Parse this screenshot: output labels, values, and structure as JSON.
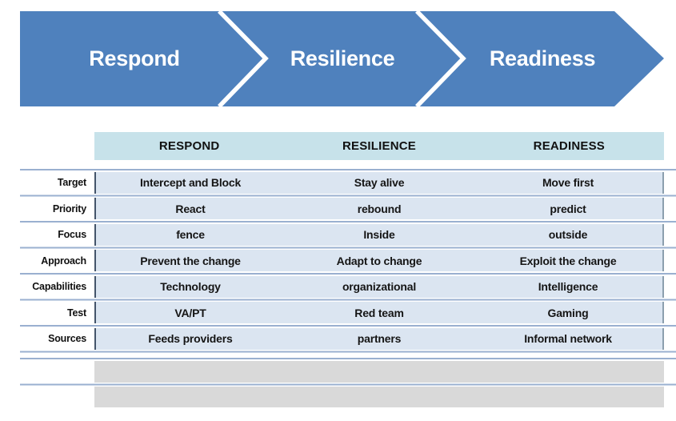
{
  "banner": {
    "color": "#4f81bd",
    "divider_color": "#ffffff",
    "steps": [
      {
        "label": "Respond"
      },
      {
        "label": "Resilience"
      },
      {
        "label": "Readiness"
      }
    ]
  },
  "table": {
    "header_bg": "#c7e2ea",
    "row_bg": "#dbe5f1",
    "gray_row_bg": "#d9d9d9",
    "separator_color": "#9ab0d0",
    "band_left_border": "#44546a",
    "columns": [
      "RESPOND",
      "RESILIENCE",
      "READINESS"
    ],
    "rows": [
      {
        "label": "Target",
        "values": [
          "Intercept and Block",
          "Stay alive",
          "Move first"
        ]
      },
      {
        "label": "Priority",
        "values": [
          "React",
          "rebound",
          "predict"
        ]
      },
      {
        "label": "Focus",
        "values": [
          "fence",
          "Inside",
          "outside"
        ]
      },
      {
        "label": "Approach",
        "values": [
          "Prevent the change",
          "Adapt to change",
          "Exploit the change"
        ]
      },
      {
        "label": "Capabilities",
        "values": [
          "Technology",
          "organizational",
          "Intelligence"
        ]
      },
      {
        "label": "Test",
        "values": [
          "VA/PT",
          "Red team",
          "Gaming"
        ]
      },
      {
        "label": "Sources",
        "values": [
          "Feeds providers",
          "partners",
          "Informal network"
        ]
      }
    ]
  }
}
